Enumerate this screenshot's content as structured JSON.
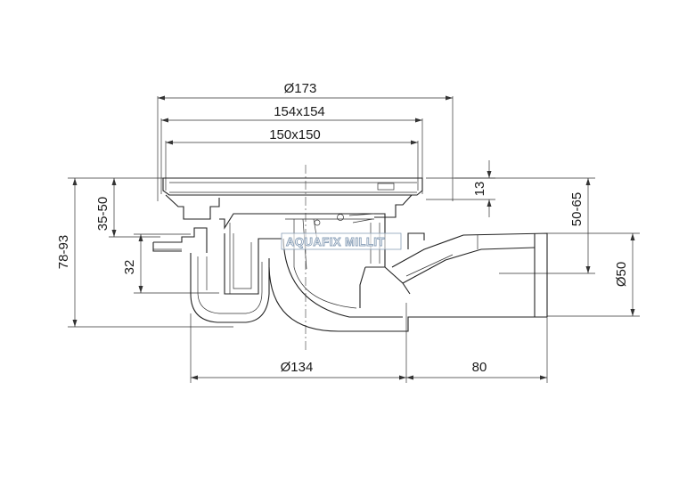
{
  "dimensions": {
    "outer_diameter": "Ø173",
    "frame_size": "154x154",
    "grate_size": "150x150",
    "grate_height": "13",
    "total_height": "78-93",
    "adjust_height": "35-50",
    "seal_height": "32",
    "outlet_height": "50-65",
    "body_diameter": "Ø134",
    "outlet_length": "80",
    "outlet_diameter": "Ø50"
  },
  "watermark": "AQUAFIX MILLIT",
  "colors": {
    "line": "#222222",
    "watermark_stroke": "#8aa0b8"
  }
}
